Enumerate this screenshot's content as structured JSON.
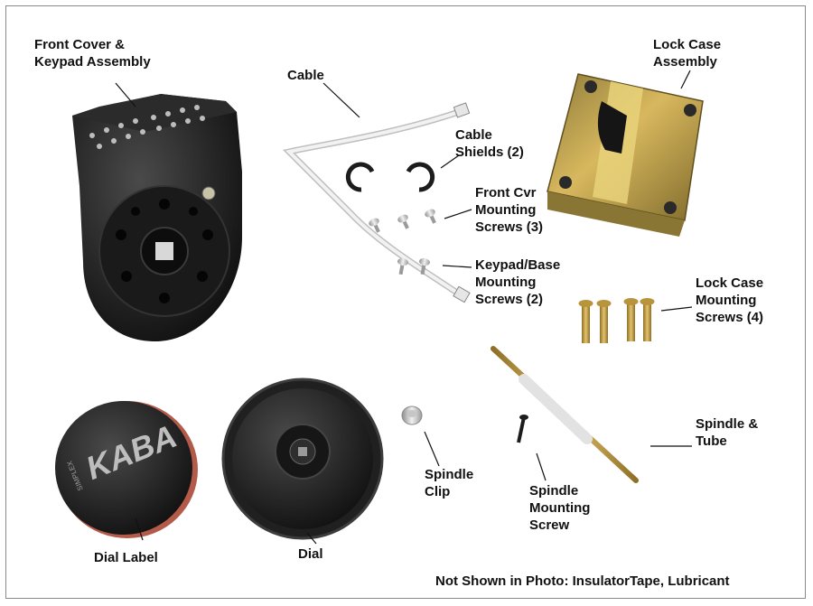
{
  "labels": {
    "front_cover": [
      "Front Cover &",
      "Keypad Assembly"
    ],
    "cable": [
      "Cable"
    ],
    "cable_shields": [
      "Cable",
      "Shields (2)"
    ],
    "lock_case": [
      "Lock Case",
      "Assembly"
    ],
    "front_cvr_screws": [
      "Front Cvr",
      "Mounting",
      "Screws (3)"
    ],
    "keypad_base_screws": [
      "Keypad/Base",
      "Mounting",
      "Screws (2)"
    ],
    "lock_case_screws": [
      "Lock Case",
      "Mounting",
      "Screws (4)"
    ],
    "spindle_tube": [
      "Spindle &",
      "Tube"
    ],
    "spindle_clip": [
      "Spindle",
      "Clip"
    ],
    "spindle_screw": [
      "Spindle",
      "Mounting",
      "Screw"
    ],
    "dial_label": [
      "Dial Label"
    ],
    "dial": [
      "Dial"
    ]
  },
  "footer": "Not Shown in Photo:  InsulatorTape, Lubricant",
  "logo_text": "KABA",
  "logo_small_text": "SIMPLEX",
  "colors": {
    "part_black": "#1c1c1c",
    "brass": "#c9a24a",
    "lock_case_gold": "#c7a64f",
    "tape_yellow": "#e8d27a",
    "cable_gray": "#d9d9d9",
    "text": "#111111"
  }
}
